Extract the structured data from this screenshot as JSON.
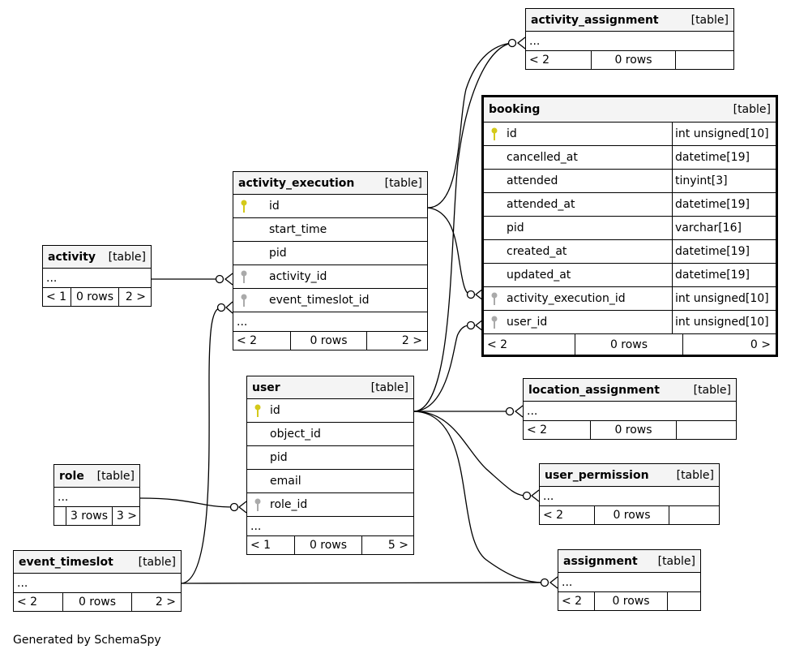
{
  "kind_label": "[table]",
  "ellipsis": "...",
  "footer_note": "Generated by SchemaSpy",
  "colors": {
    "primary_key": "#d4c91a",
    "foreign_key": "#aaaaaa",
    "header_bg": "#f4f4f4"
  },
  "tables": {
    "activity_assignment": {
      "name": "activity_assignment",
      "footer": [
        "< 2",
        "0 rows",
        ""
      ]
    },
    "booking": {
      "name": "booking",
      "columns": [
        {
          "name": "id",
          "type": "int unsigned[10]",
          "key": "pk"
        },
        {
          "name": "cancelled_at",
          "type": "datetime[19]",
          "key": ""
        },
        {
          "name": "attended",
          "type": "tinyint[3]",
          "key": ""
        },
        {
          "name": "attended_at",
          "type": "datetime[19]",
          "key": ""
        },
        {
          "name": "pid",
          "type": "varchar[16]",
          "key": ""
        },
        {
          "name": "created_at",
          "type": "datetime[19]",
          "key": ""
        },
        {
          "name": "updated_at",
          "type": "datetime[19]",
          "key": ""
        },
        {
          "name": "activity_execution_id",
          "type": "int unsigned[10]",
          "key": "fk"
        },
        {
          "name": "user_id",
          "type": "int unsigned[10]",
          "key": "fk"
        }
      ],
      "footer": [
        "< 2",
        "0 rows",
        "0 >"
      ]
    },
    "activity_execution": {
      "name": "activity_execution",
      "columns": [
        {
          "name": "id",
          "key": "pk"
        },
        {
          "name": "start_time",
          "key": ""
        },
        {
          "name": "pid",
          "key": ""
        },
        {
          "name": "activity_id",
          "key": "fk"
        },
        {
          "name": "event_timeslot_id",
          "key": "fk"
        }
      ],
      "footer": [
        "< 2",
        "0 rows",
        "2 >"
      ]
    },
    "activity": {
      "name": "activity",
      "footer": [
        "< 1",
        "0 rows",
        "2 >"
      ]
    },
    "user": {
      "name": "user",
      "columns": [
        {
          "name": "id",
          "key": "pk"
        },
        {
          "name": "object_id",
          "key": ""
        },
        {
          "name": "pid",
          "key": ""
        },
        {
          "name": "email",
          "key": ""
        },
        {
          "name": "role_id",
          "key": "fk"
        }
      ],
      "footer": [
        "< 1",
        "0 rows",
        "5 >"
      ]
    },
    "location_assignment": {
      "name": "location_assignment",
      "footer": [
        "< 2",
        "0 rows",
        ""
      ]
    },
    "user_permission": {
      "name": "user_permission",
      "footer": [
        "< 2",
        "0 rows",
        ""
      ]
    },
    "role": {
      "name": "role",
      "footer": [
        "",
        "3 rows",
        "3 >"
      ]
    },
    "event_timeslot": {
      "name": "event_timeslot",
      "footer": [
        "< 2",
        "0 rows",
        "2 >"
      ]
    },
    "assignment": {
      "name": "assignment",
      "footer": [
        "< 2",
        "0 rows",
        ""
      ]
    }
  }
}
